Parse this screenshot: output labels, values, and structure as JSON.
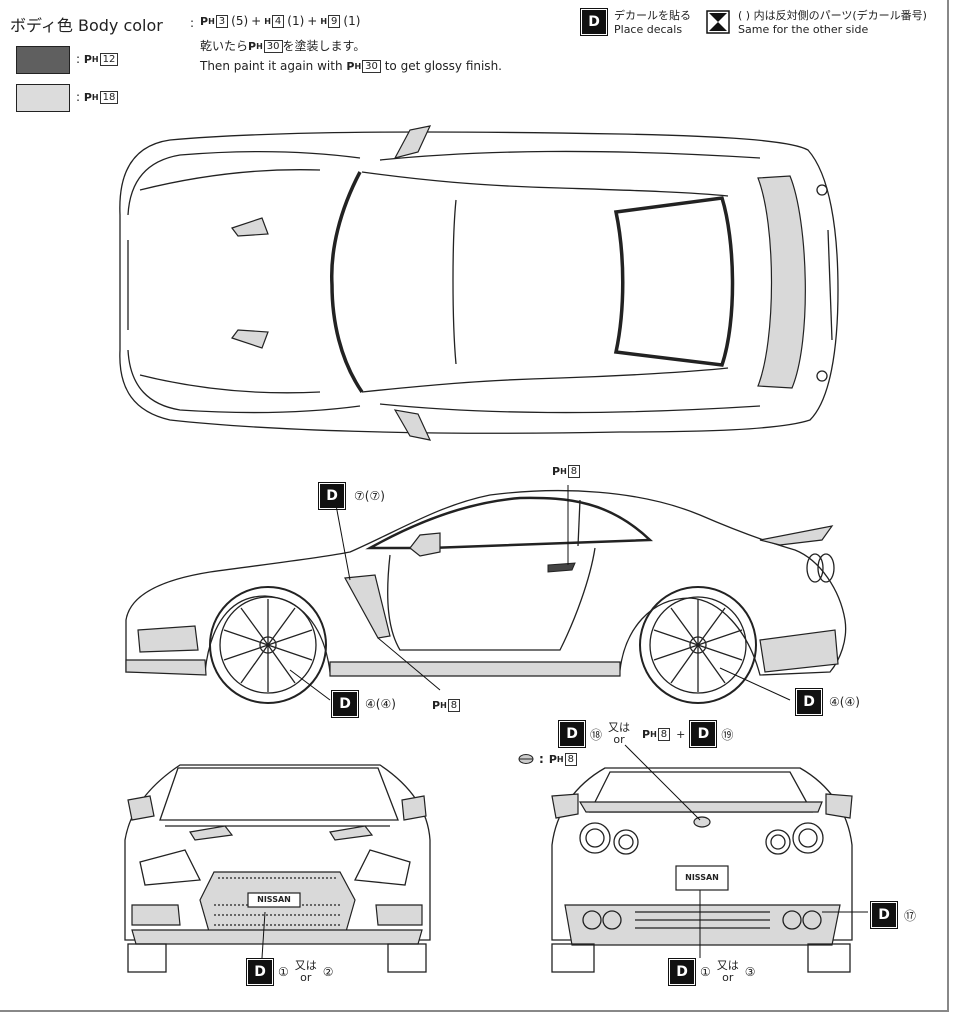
{
  "header": {
    "body_color_title": "ボディ色 Body color",
    "colon": ":",
    "mix_formula": {
      "p1": "3",
      "p1_ratio": "(5)",
      "plus1": "+",
      "p2": "4",
      "p2_ratio": "(1)",
      "plus2": "+",
      "p3": "9",
      "p3_ratio": "(1)"
    },
    "note_jp_prefix": "乾いたら",
    "note_jp_code": "30",
    "note_jp_suffix": "を塗装します。",
    "note_en_prefix": "Then paint it again with",
    "note_en_code": "30",
    "note_en_suffix": "to get glossy finish.",
    "swatches": [
      {
        "color": "#5f5f5f",
        "code": "12"
      },
      {
        "color": "#dcdcdc",
        "code": "18"
      }
    ]
  },
  "legend": {
    "decal_jp": "デカールを貼る",
    "decal_en": "Place decals",
    "other_side_jp": "( ) 内は反対側のパーツ(デカール番号)",
    "other_side_en": "Same for the other side",
    "decal_letter": "D"
  },
  "callouts": {
    "side_top_decal": "⑦(⑦)",
    "side_door_code": "8",
    "side_sill_code": "8",
    "front_wheel_decal": "④(④)",
    "rear_wheel_decal": "④(④)",
    "rear_top_decal_1": "⑱",
    "rear_top_or_jp": "又は",
    "rear_top_or_en": "or",
    "rear_top_code": "8",
    "rear_top_plus": "+",
    "rear_top_decal_2": "⑲",
    "emblem_colon": ":",
    "emblem_code": "8",
    "rear_exhaust_decal": "⑰",
    "front_bottom_decal_1": "①",
    "front_bottom_or_jp": "又は",
    "front_bottom_or_en": "or",
    "front_bottom_decal_2": "②",
    "rear_bottom_decal_1": "①",
    "rear_bottom_or_jp": "又は",
    "rear_bottom_or_en": "or",
    "rear_bottom_decal_2": "③"
  },
  "plates": {
    "front": "NISSAN",
    "rear": "NISSAN"
  },
  "glyphs": {
    "p_letter": "P",
    "h_letter": "H"
  }
}
